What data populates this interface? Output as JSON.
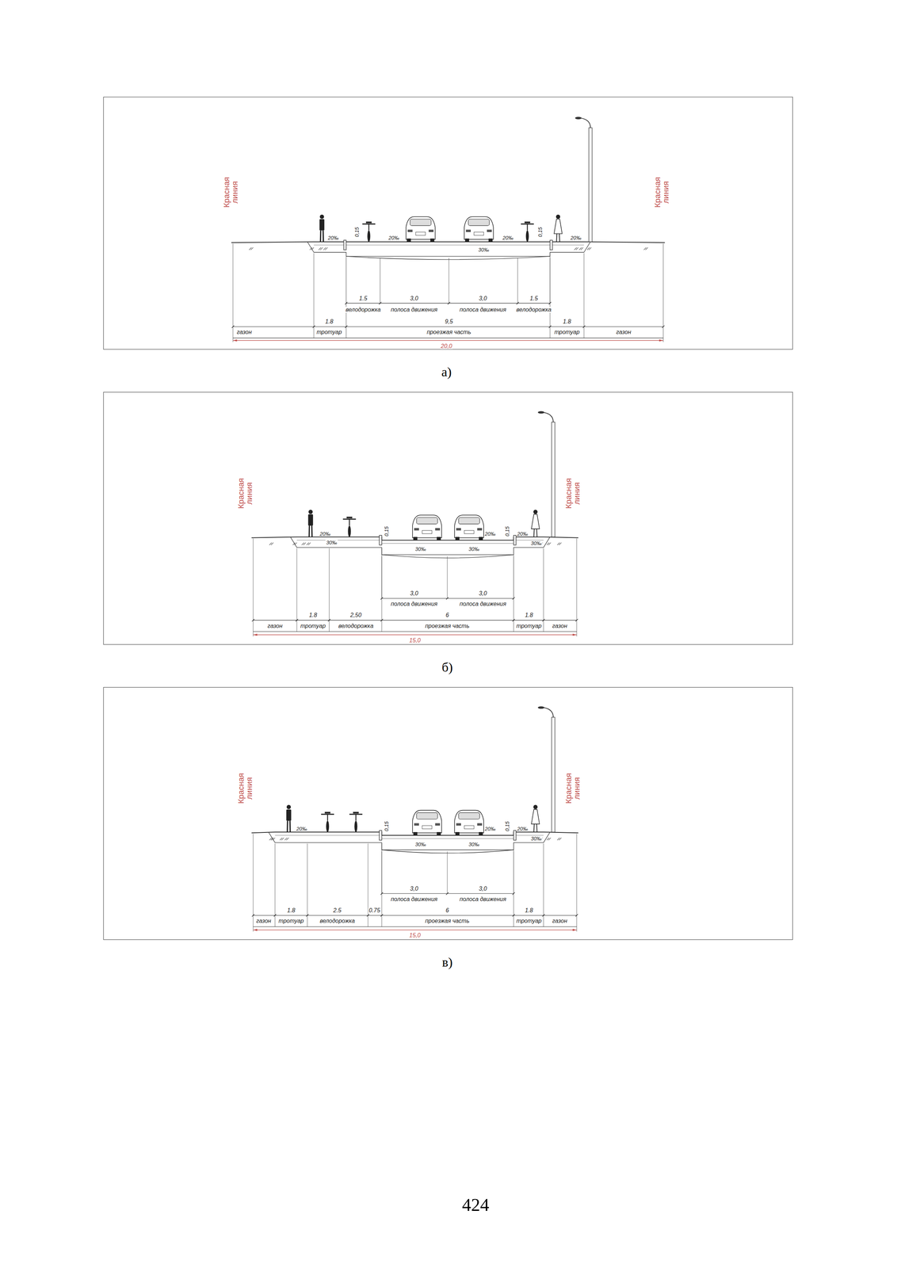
{
  "diagram": {
    "labels": [
      "Красная линия",
      "Красная линия",
      "20‰",
      "0,15",
      "20‰",
      "20‰",
      "0,15",
      "20‰",
      "30‰",
      "1.5",
      "3,0",
      "3,0",
      "1.5",
      "велодорожка",
      "полоса движения",
      "полоса движения",
      "велодорожка",
      "1.8",
      "9,5",
      "1.8",
      "газон",
      "тротуар",
      "проезжая часть",
      "тротуар",
      "газон",
      "20,0",
      "а)",
      "Красная линия",
      "Красная линия",
      "20‰",
      "30‰",
      "0,15",
      "30‰",
      "30‰",
      "20‰",
      "0,15",
      "20‰",
      "30‰",
      "3,0",
      "3,0",
      "полоса движения",
      "полоса движения",
      "1.8",
      "2,50",
      "6",
      "1.8",
      "газон",
      "тротуар",
      "велодорожка",
      "проезжая часть",
      "тротуар",
      "газон",
      "15,0",
      "б)",
      "Красная линия",
      "Красная линия",
      "20‰",
      "0,15",
      "30‰",
      "30‰",
      "20‰",
      "0,15",
      "20‰",
      "30‰",
      "3,0",
      "3,0",
      "полоса движения",
      "полоса движения",
      "1.8",
      "2.5",
      "0.75",
      "6",
      "1.8",
      "газон",
      "тротуар",
      "велодорожка",
      "проезжая часть",
      "тротуар",
      "газон",
      "15,0",
      "в)",
      "424"
    ]
  }
}
